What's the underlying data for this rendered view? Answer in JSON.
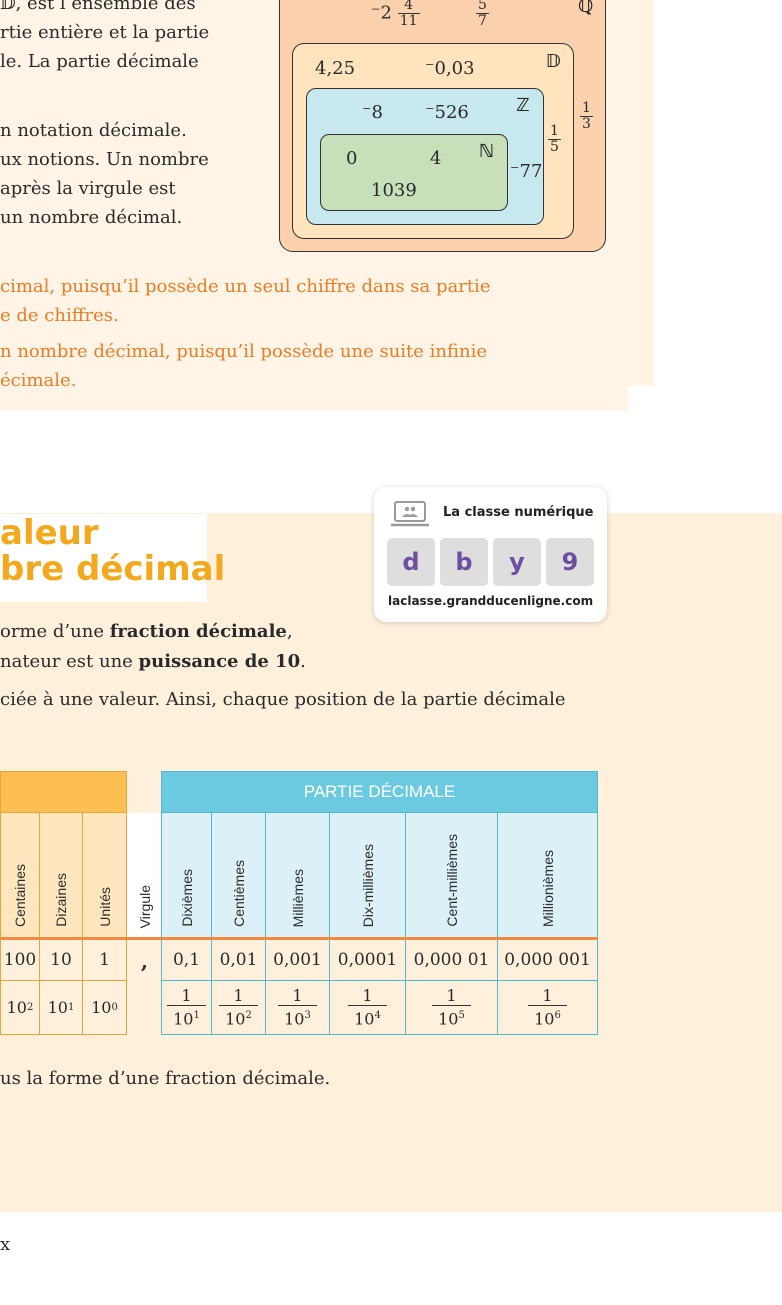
{
  "top_text": {
    "lines": [
      "𝔻, est l’ensemble des",
      "rtie entière et la partie",
      "le. La partie décimale",
      "n notation décimale.",
      "ux notions. Un nombre",
      " après la virgule est",
      "un nombre décimal."
    ],
    "examples": [
      "cimal, puisqu’il possède un seul chiffre dans sa partie",
      "e de chiffres.",
      "n nombre décimal, puisqu’il possède une suite infinie",
      "écimale."
    ]
  },
  "venn": {
    "labels": {
      "q": "ℚ",
      "d": "𝔻",
      "z": "ℤ",
      "n": "ℕ"
    },
    "q_items": {
      "mixed_whole": "⁻2",
      "mixed_num": "4",
      "mixed_den": "11",
      "frac_num": "5",
      "frac_den": "7",
      "third_num": "1",
      "third_den": "3"
    },
    "d_items": {
      "a": "4,25",
      "b": "⁻0,03",
      "fifth_num": "1",
      "fifth_den": "5"
    },
    "z_items": {
      "a": "⁻8",
      "b": "⁻526",
      "c": "⁻77"
    },
    "n_items": {
      "a": "0",
      "b": "4",
      "c": "1039"
    }
  },
  "section": {
    "heading_line1": "aleur",
    "heading_line2": "bre décimal",
    "para1_line1_pre": "orme d’une ",
    "para1_line1_bold": "fraction décimale",
    "para1_line1_post": ",",
    "para1_line2_pre": "nateur est une ",
    "para1_line2_bold": "puissance de 10",
    "para1_line2_post": ".",
    "para2": "ciée à une valeur. Ainsi, chaque position de la partie décimale",
    "after_table": "us la forme d’une fraction décimale.",
    "footer": "x"
  },
  "card": {
    "title": "La classe numérique",
    "code": [
      "d",
      "b",
      "y",
      "9"
    ],
    "url": "laclasse.grandducenligne.com",
    "icon": "laptop-users-icon"
  },
  "table_int": {
    "columns": [
      "Centaines",
      "Dizaines",
      "Unités"
    ],
    "values": [
      "100",
      "10",
      "1"
    ],
    "powers": [
      {
        "base": "10",
        "exp": "2"
      },
      {
        "base": "10",
        "exp": "1"
      },
      {
        "base": "10",
        "exp": "0"
      }
    ]
  },
  "virgule": {
    "label": "Virgule",
    "symbol": ","
  },
  "table_dec": {
    "header": "PARTIE DÉCIMALE",
    "columns": [
      "Dixièmes",
      "Centièmes",
      "Millièmes",
      "Dix-millièmes",
      "Cent-millièmes",
      "Millionièmes"
    ],
    "values": [
      "0,1",
      "0,01",
      "0,001",
      "0,0001",
      "0,000 01",
      "0,000 001"
    ],
    "fractions": [
      {
        "num": "1",
        "base": "10",
        "exp": "1"
      },
      {
        "num": "1",
        "base": "10",
        "exp": "2"
      },
      {
        "num": "1",
        "base": "10",
        "exp": "3"
      },
      {
        "num": "1",
        "base": "10",
        "exp": "4"
      },
      {
        "num": "1",
        "base": "10",
        "exp": "5"
      },
      {
        "num": "1",
        "base": "10",
        "exp": "6"
      }
    ]
  },
  "colors": {
    "orange": "#ea7c25",
    "heading": "#f3a81d",
    "int_header": "#fdbe52",
    "int_cells": "#ffe6bf",
    "dec_header": "#6ccae0",
    "dec_cells": "#dcf0f7",
    "divider": "#ef8a3e"
  }
}
